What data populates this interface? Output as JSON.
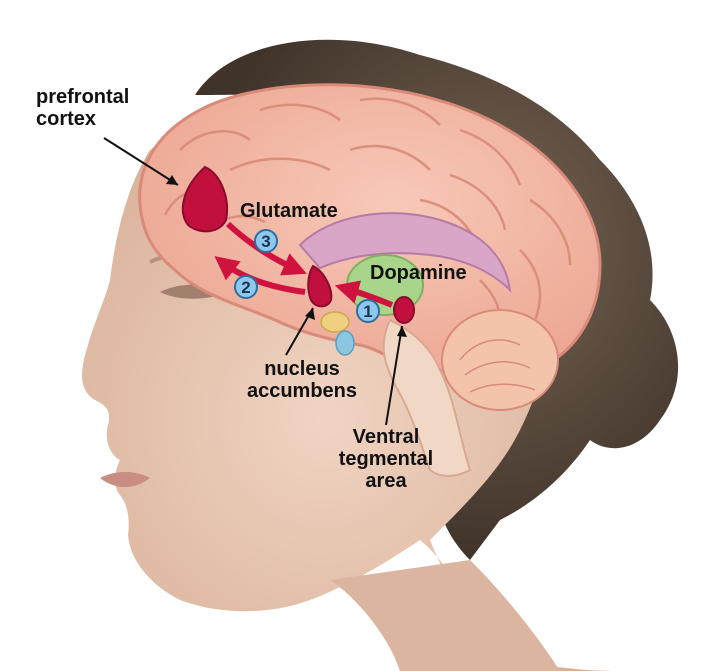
{
  "labels": {
    "prefrontal_cortex": [
      "prefrontal",
      "cortex"
    ],
    "glutamate": "Glutamate",
    "dopamine": "Dopamine",
    "nucleus_accumbens": [
      "nucleus",
      "accumbens"
    ],
    "ventral_tegmental_area": [
      "Ventral",
      "tegmental",
      "area"
    ]
  },
  "pathway_steps": [
    "1",
    "2",
    "3"
  ],
  "colors": {
    "brain": "#f2b3a3",
    "brain_outline": "#d98a78",
    "region": "#c2103e",
    "arrow": "#d0123f",
    "badge": "#8ec8ee",
    "skin": "#e9c9b5",
    "hair": "#5a4a3e"
  }
}
